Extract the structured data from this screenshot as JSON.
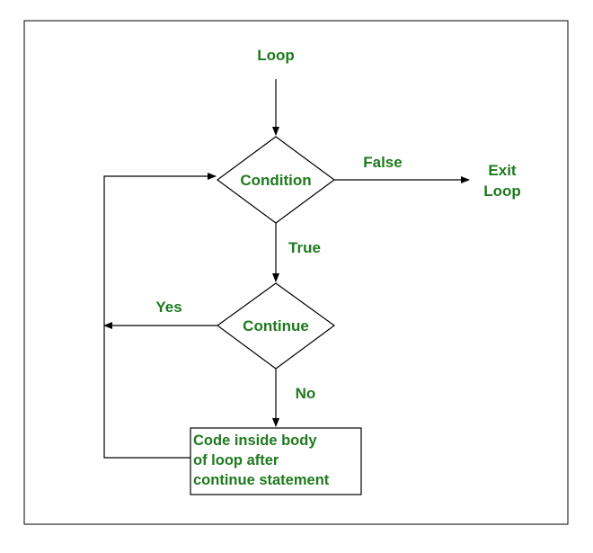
{
  "diagram": {
    "text_color": "#1e7a1e",
    "line_color": "#000000",
    "border_color": "#000000",
    "nodes": {
      "loop": {
        "label": "Loop"
      },
      "condition": {
        "label": "Condition"
      },
      "continue": {
        "label": "Continue"
      },
      "exit": {
        "label_line1": "Exit",
        "label_line2": "Loop"
      },
      "body": {
        "line1": "Code inside body",
        "line2": "of loop after",
        "line3": "continue statement"
      }
    },
    "edges": {
      "false_label": "False",
      "true_label": "True",
      "yes_label": "Yes",
      "no_label": "No"
    }
  }
}
